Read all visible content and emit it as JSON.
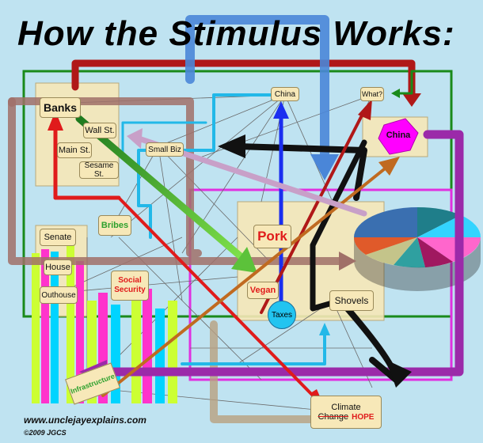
{
  "title": "How the Stimulus Works:",
  "labels": {
    "banks": "Banks",
    "wall_st": "Wall St.",
    "main_st": "Main St.",
    "sesame_st": "Sesame St.",
    "china_top": "China",
    "what": "What?",
    "china_hex": "China",
    "small_biz": "Small Biz",
    "bribes": "Bribes",
    "senate": "Senate",
    "house": "House",
    "outhouse": "Outhouse",
    "social_security": "Social Security",
    "pork": "Pork",
    "vegan": "Vegan",
    "taxes": "Taxes",
    "shovels": "Shovels",
    "infrastructure": "Infrastructure",
    "climate": "Climate",
    "change": "Change",
    "hope": "HOPE"
  },
  "footer": {
    "url": "www.unclejayexplains.com",
    "copyright": "©2009 JGCS"
  },
  "colors": {
    "background": "#bfe3f1",
    "box_fill": "#f7e8b8",
    "bribes_text": "#2ea02e",
    "red_text": "#e01b1b",
    "hex_fill": "#ff00ff",
    "taxes_fill": "#22c4f0"
  }
}
